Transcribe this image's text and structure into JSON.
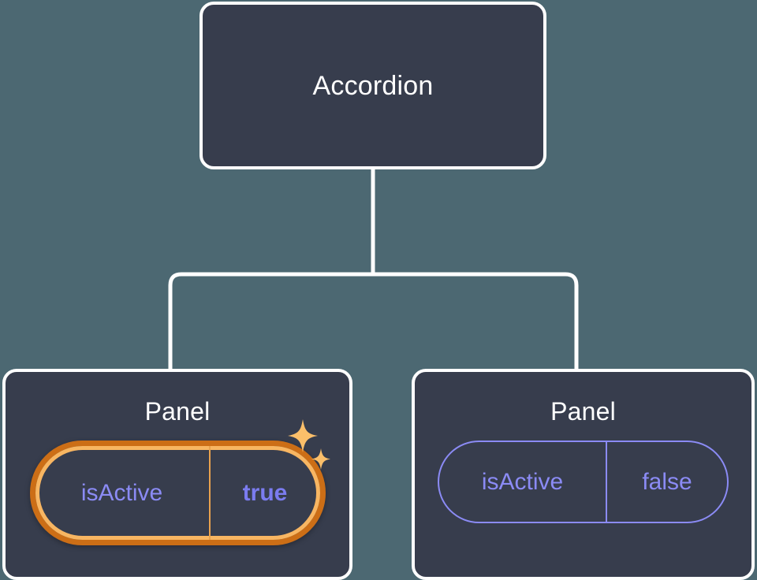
{
  "theme": {
    "background": "#4c6872",
    "node_fill": "#373d4d",
    "node_border": "#ffffff",
    "connector": "#ffffff",
    "prop_accent": "#8b8bf5",
    "highlight_outer": "#cc6e16",
    "highlight_inner": "#f8b662",
    "sparkle": "#fbbf6a",
    "true_value": "#7b7cf0"
  },
  "diagram": {
    "type": "component-tree",
    "root": {
      "label": "Accordion"
    },
    "children": [
      {
        "label": "Panel",
        "highlighted": true,
        "prop": {
          "key": "isActive",
          "value": "true"
        },
        "decorations": [
          "sparkle-large",
          "sparkle-small"
        ]
      },
      {
        "label": "Panel",
        "highlighted": false,
        "prop": {
          "key": "isActive",
          "value": "false"
        },
        "decorations": []
      }
    ],
    "edges": [
      {
        "from": "Accordion",
        "to": "Panel (isActive true)"
      },
      {
        "from": "Accordion",
        "to": "Panel (isActive false)"
      }
    ]
  }
}
